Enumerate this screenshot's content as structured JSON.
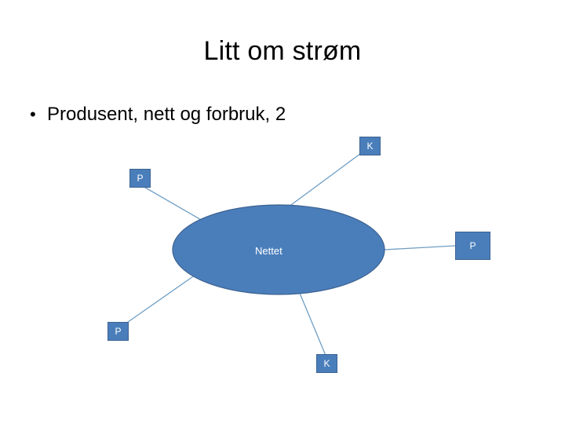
{
  "slide": {
    "title": "Litt om strøm",
    "bullet": {
      "marker": "•",
      "text": "Produsent, nett og forbruk, 2"
    }
  },
  "diagram": {
    "center": {
      "label": "Nettet",
      "fill": "#4a7ebb",
      "stroke": "#3c6291"
    },
    "nodes": [
      {
        "id": "node-k-top",
        "label": "K"
      },
      {
        "id": "node-p-upper-left",
        "label": "P"
      },
      {
        "id": "node-p-right",
        "label": "P"
      },
      {
        "id": "node-p-lower-left",
        "label": "P"
      },
      {
        "id": "node-k-bottom",
        "label": "K"
      }
    ],
    "connector_color": "#6f9ec4"
  }
}
